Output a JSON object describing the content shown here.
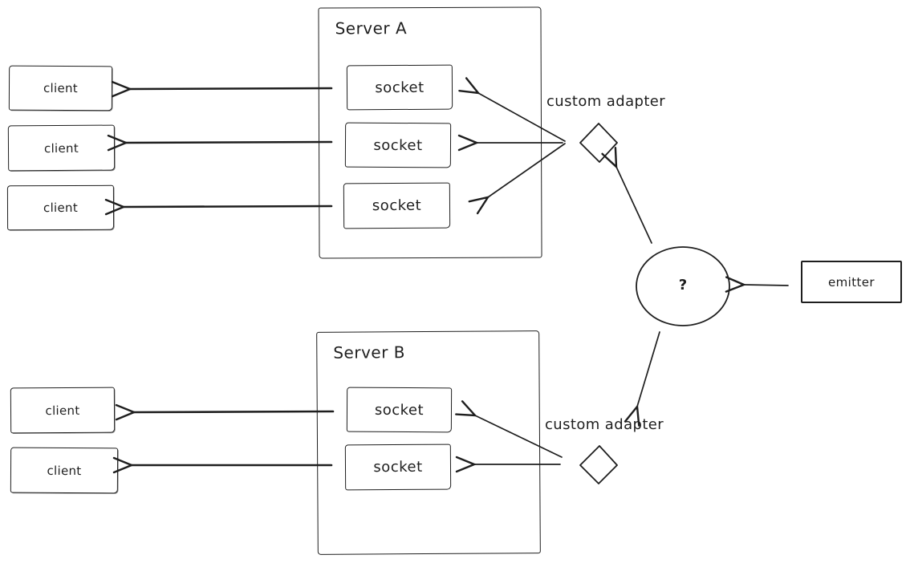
{
  "diagram": {
    "background": "#ffffff",
    "stroke_color": "#1e1e1e",
    "server_a": {
      "title": "Server A",
      "sockets": [
        "socket",
        "socket",
        "socket"
      ]
    },
    "server_b": {
      "title": "Server B",
      "sockets": [
        "socket",
        "socket"
      ]
    },
    "clients_top": [
      "client",
      "client",
      "client"
    ],
    "clients_bottom": [
      "client",
      "client"
    ],
    "adapter_top": {
      "label": "custom adapter"
    },
    "adapter_bottom": {
      "label": "custom adapter"
    },
    "hub": {
      "label": "?"
    },
    "emitter": {
      "label": "emitter"
    }
  }
}
